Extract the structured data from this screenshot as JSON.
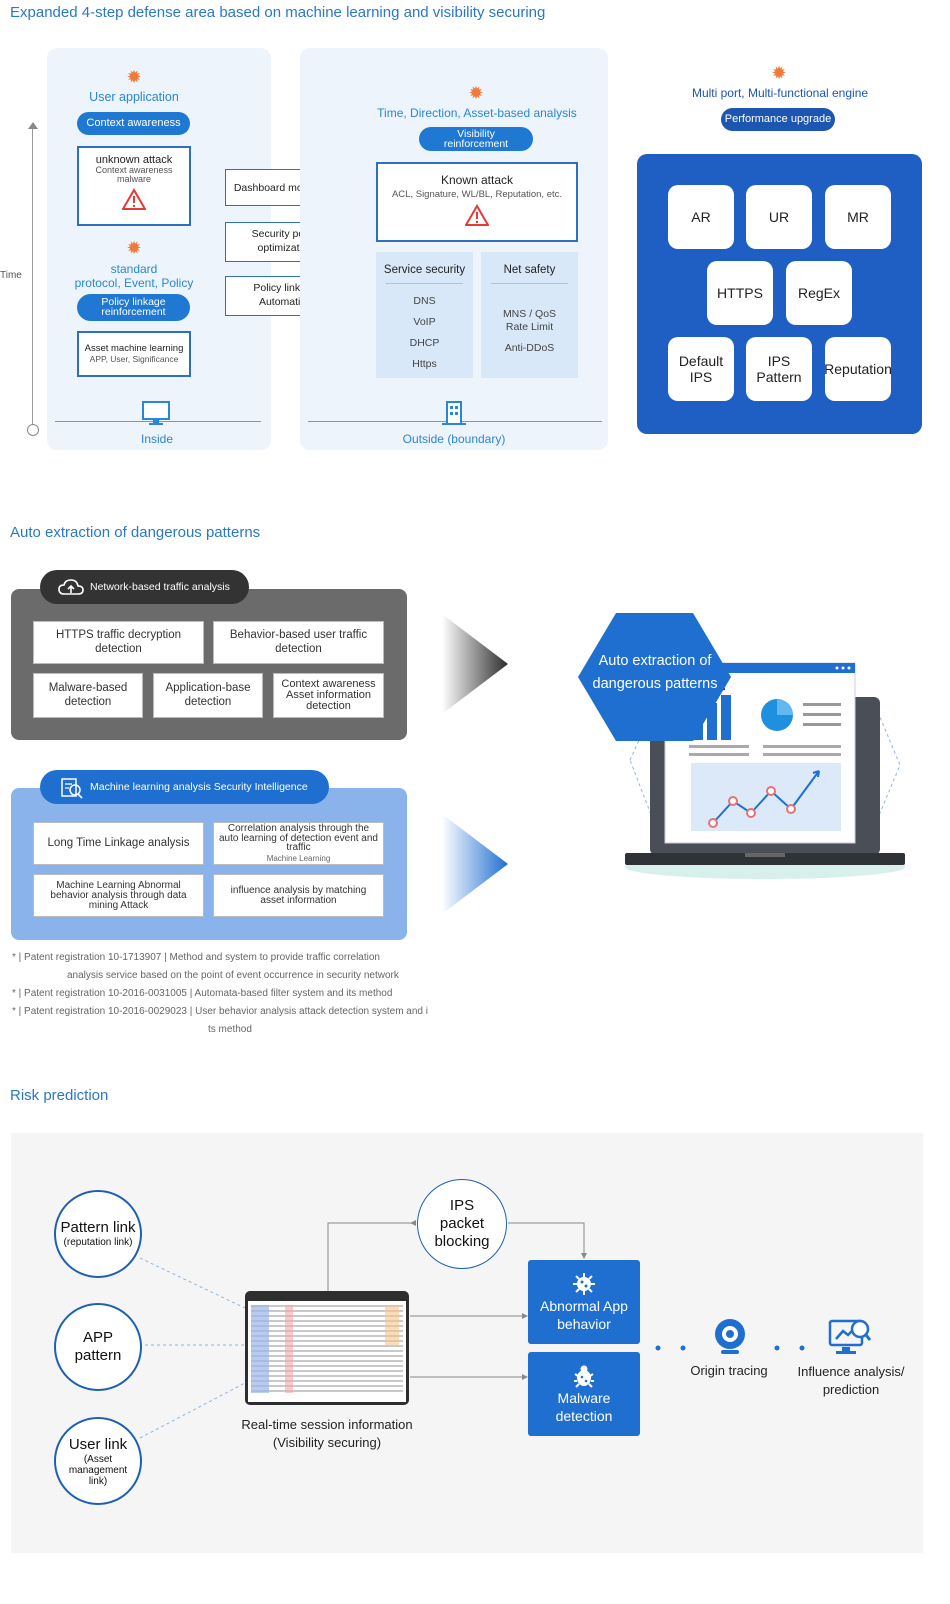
{
  "sections": {
    "defense_title": "Expanded 4-step defense area based on machine learning and visibility securing",
    "auto_title": "Auto extraction of dangerous patterns",
    "risk_title": "Risk prediction"
  },
  "defense": {
    "time_label": "Time",
    "inside": {
      "user_application": "User application",
      "context_awareness": "Context awareness",
      "unknown_attack_title": "unknown attack",
      "unknown_attack_sub1": "Context awareness",
      "unknown_attack_sub2": "malware",
      "standard_line1": "standard",
      "standard_line2": "protocol, Event, Policy",
      "policy_linkage_line1": "Policy linkage",
      "policy_linkage_line2": "reinforcement",
      "asset_ml_title": "Asset machine learning",
      "asset_ml_sub": "APP, User, Significance",
      "label": "Inside"
    },
    "middle": {
      "dashboard": "Dashboard monitoring",
      "security_policy_line1": "Security policy",
      "security_policy_line2": "optimization",
      "policy_linkage_line1": "Policy linkage",
      "policy_linkage_line2": "Automation"
    },
    "outside": {
      "title": "Time, Direction, Asset-based analysis",
      "visibility_line1": "Visibility",
      "visibility_line2": "reinforcement",
      "known_attack_title": "Known attack",
      "known_attack_sub": "ACL, Signature, WL/BL, Reputation, etc.",
      "service_security": "Service security",
      "service_items": [
        "DNS",
        "VoIP",
        "DHCP",
        "Https"
      ],
      "net_safety": "Net safety",
      "net_items_line1": "MNS / QoS",
      "net_items_line2": "Rate Limit",
      "net_items_line3": "Anti-DDoS",
      "label": "Outside (boundary)"
    },
    "engine": {
      "title": "Multi port, Multi-functional engine",
      "upgrade": "Performance upgrade",
      "tiles": [
        "AR",
        "UR",
        "MR",
        "HTTPS",
        "RegEx",
        "Default IPS",
        "IPS Pattern",
        "Reputation"
      ]
    }
  },
  "auto": {
    "network_header": "Network-based traffic analysis",
    "network_boxes": [
      "HTTPS traffic decryption detection",
      "Behavior-based user traffic detection",
      "Malware-based detection",
      "Application-base detection",
      "Context awareness Asset information detection"
    ],
    "ml_header": "Machine learning analysis Security Intelligence",
    "ml_boxes": {
      "long_time": "Long Time Linkage analysis",
      "correlation": "Correlation analysis through the auto learning of detection event and traffic",
      "correlation_sub": "Machine Learning",
      "ml_abnormal": "Machine Learning  Abnormal behavior analysis through data mining  Attack",
      "influence": "influence analysis by matching asset information"
    },
    "hex_text": "Auto extraction of dangerous patterns",
    "patents": [
      "* | Patent registration  10-1713907  |  Method and system to provide traffic correlation",
      "analysis service based on the point of event occurrence in security network",
      "* | Patent registration 10-2016-0031005 |  Automata-based filter system and its method",
      "* | Patent registration  10-2016-0029023 |  User behavior analysis attack detection system and i",
      "ts method"
    ]
  },
  "risk": {
    "pattern_link": "Pattern link",
    "pattern_link_sub": "(reputation link)",
    "app_pattern": "APP pattern",
    "user_link": "User link",
    "user_link_sub": "(Asset management link)",
    "ips_blocking": "IPS packet blocking",
    "session_line1": "Real-time session information",
    "session_line2": "(Visibility securing)",
    "abnormal_app": "Abnormal App behavior",
    "malware_detection": "Malware detection",
    "origin_tracing": "Origin tracing",
    "influence_line1": "Influence analysis/",
    "influence_line2": "prediction"
  },
  "colors": {
    "accent_blue": "#1f6fd1",
    "engine_blue": "#1f5fc4",
    "star_orange": "#f07a3c",
    "dark_gray": "#6b6b6b",
    "light_blue_panel": "#8ab3ec"
  }
}
